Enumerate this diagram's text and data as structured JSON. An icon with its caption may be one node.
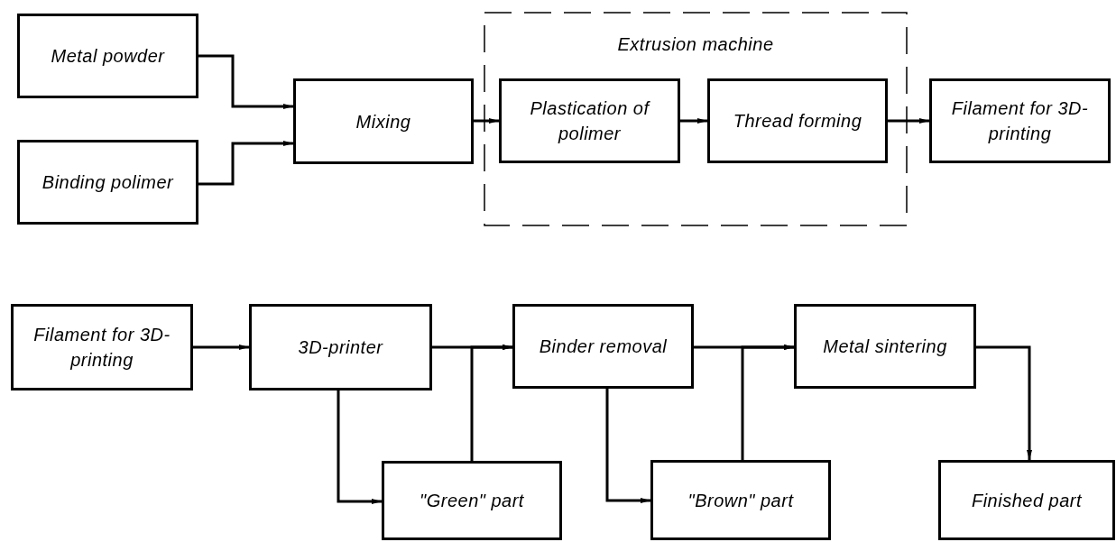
{
  "diagram": {
    "nodes": [
      {
        "text": [
          "Metal powder"
        ]
      },
      {
        "text": [
          "Binding polimer"
        ]
      },
      {
        "text": [
          "Mixing"
        ]
      },
      {
        "text": [
          "Extrusion machine"
        ]
      },
      {
        "text": [
          "Plastication of polimer"
        ],
        "in": 3
      },
      {
        "text": [
          "Thread forming"
        ],
        "in": 3
      },
      {
        "text": [
          "Filament for 3D-printing"
        ]
      },
      {
        "text": [
          "Filament for 3D-printing"
        ]
      },
      {
        "text": [
          "3D-printer"
        ]
      },
      {
        "text": [
          "Binder removal"
        ]
      },
      {
        "text": [
          "Metal sintering"
        ]
      },
      {
        "text": [
          "\"Green\" part"
        ]
      },
      {
        "text": [
          "\"Brown\" part"
        ]
      },
      {
        "text": [
          "Finished part"
        ]
      }
    ],
    "edges": [
      {
        "from": 0,
        "to": 2,
        "arrow": "to"
      },
      {
        "from": 1,
        "to": 2,
        "arrow": "to"
      },
      {
        "from": 2,
        "to": 4,
        "arrow": "to"
      },
      {
        "from": 4,
        "to": 5,
        "arrow": "to"
      },
      {
        "from": 5,
        "to": 6,
        "arrow": "to"
      },
      {
        "from": 7,
        "to": 8,
        "arrow": "to"
      },
      {
        "from": 8,
        "to": 9,
        "arrow": "to"
      },
      {
        "from": 8,
        "to": 11,
        "arrow": "to"
      },
      {
        "from": 11,
        "to": 9,
        "arrow": "to"
      },
      {
        "from": 9,
        "to": 12,
        "arrow": "to"
      },
      {
        "from": 9,
        "to": 10,
        "arrow": "to"
      },
      {
        "from": 12,
        "to": 10,
        "arrow": "to"
      },
      {
        "from": 10,
        "to": 13,
        "arrow": "to"
      }
    ]
  }
}
